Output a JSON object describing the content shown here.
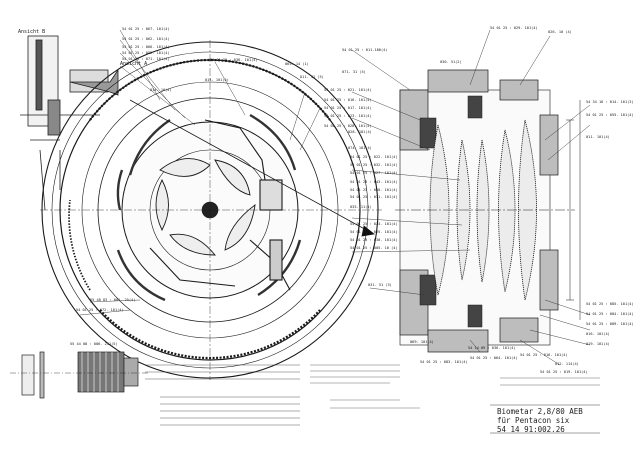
{
  "views": {
    "view_b": "Ansicht B",
    "view_a": "Ansicht A"
  },
  "title_block": {
    "line1": "Biometar 2,8/80 AEB",
    "line2": "für Pentacon six",
    "line3": "54 14 91:002.26"
  },
  "labels": {
    "l01": "54 01 25 : 067. 101(4)",
    "l02": "54 01 25 : 062. 101(4)",
    "l03": "54 01 25 : 066. 101(4)",
    "l04": "54 01 25 : 052. 101(4)",
    "l05": "54 01 25 : 071. 101(4)",
    "l06": "54 01 25 : 036. 101(4)",
    "l07": "54 01 25 : 021. 101(4)",
    "l08": "54 01 25 : 011.180(4)",
    "l09": "54 01 25 : 016. 101(4)",
    "l10": "54 01 25 : 023. 101(4)",
    "l11": "54 01 25 : 026. 101(4)",
    "l12": "54 01 25 : 022. 101(4)",
    "l13": "54 01 25 : 032. 101(4)",
    "l14": "54 01 25 : 027. 101(4)",
    "l15": "54 01 25 : 043. 101(4)",
    "l16": "54 01 25 : 031. 101(4)",
    "l17": "54 01 25 : 055. 101(4)",
    "l18": "54 01 25 : 085. 101(4)",
    "l19": "54 01 25 : 084. 101(4)",
    "l20": "54 01 25 : 089. 101(4)",
    "l21": "54 01 25 : 017. 101(4)",
    "l22": "54 01 25 : 040. 101(4)",
    "l23": "54 01 25 : 030. 101(4)",
    "l24": "54 01 25 : 024. 101(4)",
    "l25": "54 01 25 : 025. 101(4)",
    "l26": "54 01 25 : 005. 10 (4)",
    "l27": "54 01 25 : 072. 101(4)",
    "l28": "55 44 08 : 006. 251(5)",
    "l29": "55 48 83 : 001. 25(4)",
    "l30": "54 34 16 : 014. 101(3)",
    "l31": "54 14 89 : 036. 101(4)",
    "l32": "54 01 25 : 083. 101(4)",
    "l33": "54 01 25 : 064. 101(4)",
    "l34": "54 01 25 : 016. 101(4)",
    "l35": "54 01 25 : 019. 101(4)",
    "l36": "54 01 25 : 029. 101(4)",
    "l37": "026. 10 (4)",
    "l38": "011. 101(4)",
    "l39": "016. 101(4)",
    "l40": "019. 101(4)",
    "l41": "012. 114(4)",
    "l42": "028. 181(4)",
    "l43": "031. 51 (3)",
    "l44": "071. 31 (5)",
    "l45": "D11. 31 (5)",
    "l46": "065. 14 (1)",
    "l47": "074. 181(4)",
    "l48": "014. 101(4)",
    "l49": "014. 10(4)",
    "l50": "069. 101(4)",
    "l51": "030. 51(2)",
    "l52": "035. 11(4)"
  }
}
